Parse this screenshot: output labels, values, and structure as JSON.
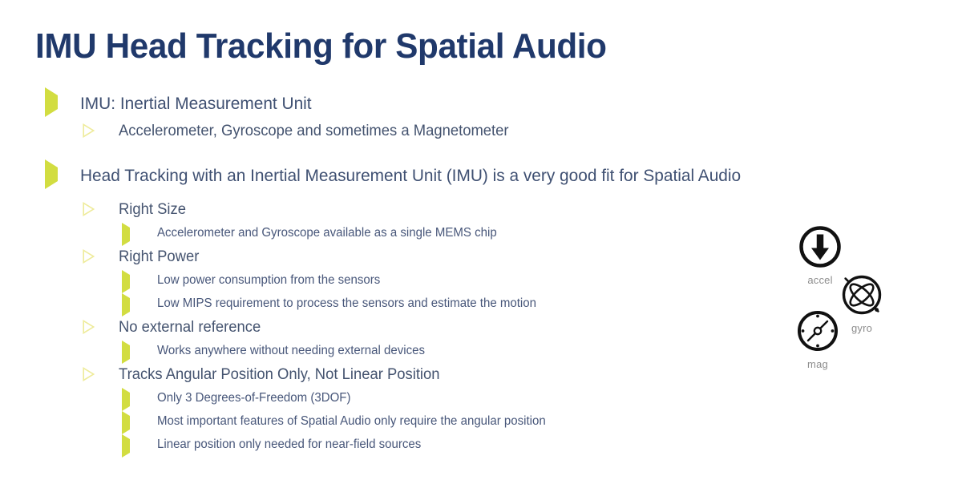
{
  "slide": {
    "title": "IMU Head Tracking for Spatial Audio",
    "background_color": "#ffffff",
    "title_color": "#20396b",
    "body_text_color": "#44536f",
    "bullet_marker_color": "#d2dd41",
    "bullet_marker_hollow_color": "#eeeb9a"
  },
  "bullets": [
    {
      "level": 1,
      "text": "IMU: Inertial Measurement Unit"
    },
    {
      "level": 2,
      "text": "Accelerometer, Gyroscope and sometimes a Magnetometer"
    },
    {
      "level": 1,
      "text": "Head Tracking with an Inertial Measurement Unit (IMU) is a very good fit for Spatial Audio"
    },
    {
      "level": 2,
      "text": "Right Size"
    },
    {
      "level": 3,
      "text": "Accelerometer and Gyroscope available as a single MEMS chip"
    },
    {
      "level": 2,
      "text": "Right Power"
    },
    {
      "level": 3,
      "text": "Low power consumption from the sensors"
    },
    {
      "level": 3,
      "text": "Low MIPS requirement to process the sensors and estimate the motion"
    },
    {
      "level": 2,
      "text": "No external reference"
    },
    {
      "level": 3,
      "text": "Works anywhere without needing external devices"
    },
    {
      "level": 2,
      "text": "Tracks Angular Position Only, Not Linear Position"
    },
    {
      "level": 3,
      "text": "Only 3 Degrees-of-Freedom (3DOF)"
    },
    {
      "level": 3,
      "text": "Most important features of Spatial Audio only require the angular position"
    },
    {
      "level": 3,
      "text": "Linear position only needed for near-field sources"
    }
  ],
  "sensors": [
    {
      "icon": "accelerometer-down-arrow-icon",
      "label": "accel"
    },
    {
      "icon": "gyroscope-icon",
      "label": "gyro"
    },
    {
      "icon": "magnetometer-compass-icon",
      "label": "mag"
    }
  ]
}
